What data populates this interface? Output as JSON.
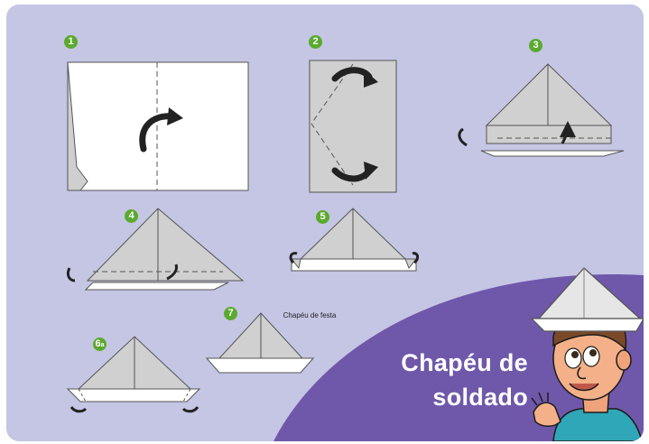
{
  "steps": [
    {
      "label": "1",
      "suffix": ""
    },
    {
      "label": "2",
      "suffix": ""
    },
    {
      "label": "3",
      "suffix": ""
    },
    {
      "label": "4",
      "suffix": ""
    },
    {
      "label": "5",
      "suffix": ""
    },
    {
      "label": "6",
      "suffix": "a"
    },
    {
      "label": "7",
      "suffix": ""
    }
  ],
  "step7_caption": "Chapéu de festa",
  "title_line1": "Chapéu de",
  "title_line2": "soldado",
  "colors": {
    "background": "#c5c5e4",
    "accent": "#5aaa2e",
    "corner_panel": "#6f58aa",
    "paper_gray": "#d0d0d0",
    "paper_white": "#ffffff"
  },
  "icons": [
    "fold-arrow-icon",
    "number-badge-icon"
  ]
}
